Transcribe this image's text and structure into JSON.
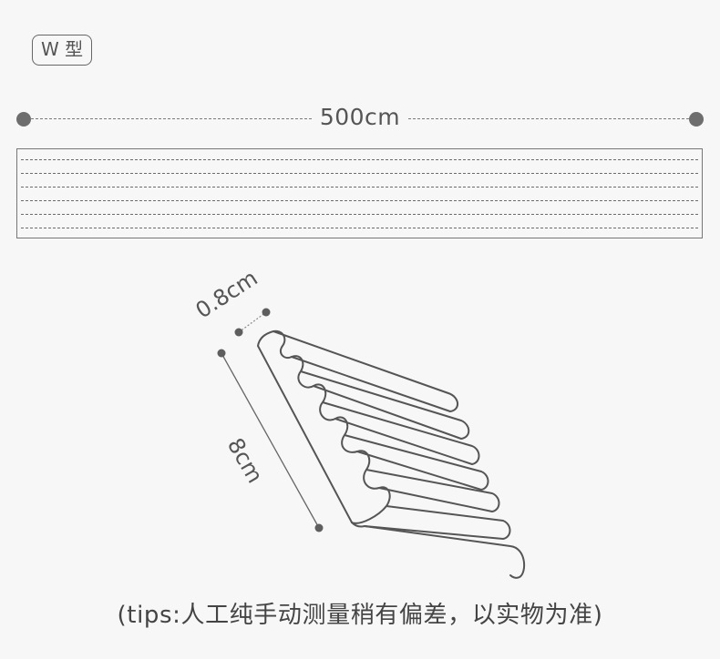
{
  "type_label": "W 型",
  "width_label": "500cm",
  "thickness_label": "0.8cm",
  "height_label": "8cm",
  "tips": "(tips:人工纯手动测量稍有偏差，以实物为准)",
  "colors": {
    "background": "#f7f7f7",
    "line": "#666666",
    "text": "#555555"
  }
}
